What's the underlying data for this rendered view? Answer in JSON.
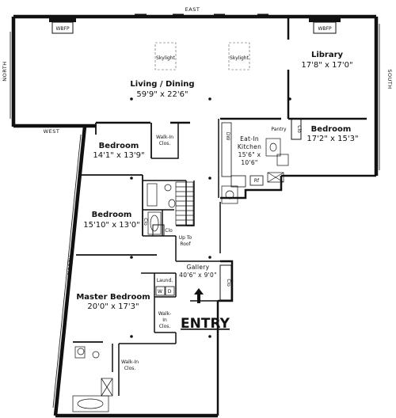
{
  "compass": {
    "east": "EAST",
    "west": "WEST",
    "north_upper": "NORTH",
    "north_lower": "NORTH",
    "south": "SOUTH"
  },
  "fireplaces": {
    "left": "WBFP",
    "right": "WBFP"
  },
  "skylights": {
    "left": "Skylight",
    "right": "Skylight"
  },
  "rooms": {
    "living_dining": {
      "name": "Living / Dining",
      "size": "59'9\" x 22'6\""
    },
    "library": {
      "name": "Library",
      "size": "17'8\" x 17'0\""
    },
    "bedroom_ne": {
      "name": "Bedroom",
      "size": "17'2\" x 15'3\""
    },
    "kitchen": {
      "name_line1": "Eat-In",
      "name_line2": "Kitchen",
      "size_line1": "15'6\" x",
      "size_line2": "10'6\""
    },
    "pantry": {
      "name": "Pantry"
    },
    "bedroom_1": {
      "name": "Bedroom",
      "size": "14'1\" x 13'9\""
    },
    "bedroom_2": {
      "name": "Bedroom",
      "size": "15'10\" x 13'0\""
    },
    "master": {
      "name": "Master Bedroom",
      "size": "20'0\" x 17'3\""
    },
    "gallery": {
      "name": "Gallery",
      "size": "40'6\" x 9'0\""
    }
  },
  "closets": {
    "walkin_1_line1": "Walk-In",
    "walkin_1_line2": "Clos.",
    "clo_right": "Clo",
    "clo_bath": "Clo",
    "clo_hall": "Clo",
    "clo_gallery": "Clo",
    "walkin_master_line1": "Walk-",
    "walkin_master_line2": "In",
    "walkin_master_line3": "Clos.",
    "walkin_bath_line1": "Walk-In",
    "walkin_bath_line2": "Clos."
  },
  "fixtures": {
    "laundry": "Laund.",
    "washer": "W",
    "dryer": "D",
    "dishwasher": "DW",
    "refrigerator": "Rf",
    "up_to_roof_line1": "Up To",
    "up_to_roof_line2": "Roof"
  },
  "entry": {
    "label": "ENTRY"
  }
}
